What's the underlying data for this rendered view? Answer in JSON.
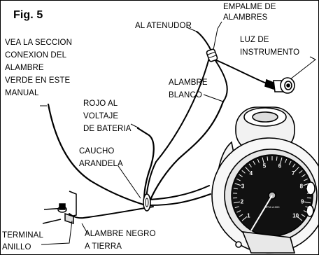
{
  "figure": {
    "title": "Fig. 5",
    "labels": {
      "empalme_line1": "EMPALME DE",
      "empalme_line2": "ALAMBRES",
      "atenudor": "AL ATENUDOR",
      "luz_line1": "LUZ DE",
      "luz_line2": "INSTRUMENTO",
      "vea_line1": "VEA LA SECCION",
      "vea_line2": "CONEXION DEL",
      "vea_line3": "ALAMBRE",
      "vea_line4": "VERDE EN ESTE",
      "vea_line5": "MANUAL",
      "blanco_line1": "ALAMBRE",
      "blanco_line2": "BLANCO",
      "rojo_line1": "ROJO AL",
      "rojo_line2": "VOLTAJE",
      "rojo_line3": "DE BATERIA",
      "caucho_line1": "CAUCHO",
      "caucho_line2": "ARANDELA",
      "terminal_line1": "TERMINAL",
      "terminal_line2": "ANILLO",
      "negro_line1": "ALAMBRE NEGRO",
      "negro_line2": "A TIERRA"
    },
    "gauge": {
      "dial_numbers": [
        "1",
        "2",
        "3",
        "4",
        "5",
        "6",
        "7",
        "8",
        "9",
        "10"
      ],
      "dial_text": "RPM x1000"
    }
  }
}
